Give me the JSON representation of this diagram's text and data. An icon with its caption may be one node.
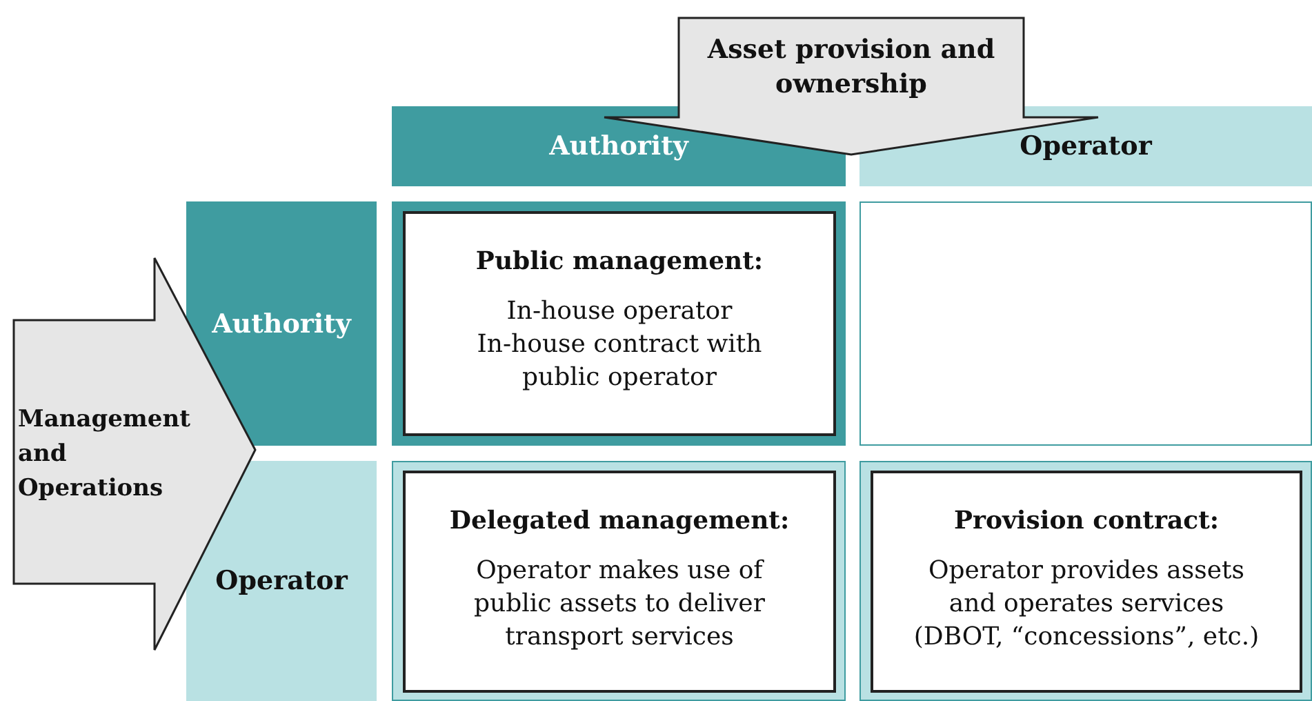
{
  "diagram": {
    "nodes": [
      {
        "text": [
          "Asset provision and ownership"
        ]
      },
      {
        "text": [
          "Authority"
        ]
      },
      {
        "text": [
          "Operator"
        ]
      },
      {
        "text": [
          "Management and Operations"
        ]
      },
      {
        "text": [
          "Authority"
        ]
      },
      {
        "text": [
          "Public management:",
          "In-house operator",
          "In-house contract with public operator"
        ]
      },
      {
        "text": [],
        "shape": "box"
      },
      {
        "text": [
          "Operator"
        ]
      },
      {
        "text": [
          "Delegated management:",
          "Operator makes use of public assets to deliver transport services"
        ]
      },
      {
        "text": [
          "Provision contract:",
          "Operator provides assets and operates services (DBOT, “concessions”, etc.)"
        ]
      }
    ],
    "edges": []
  }
}
